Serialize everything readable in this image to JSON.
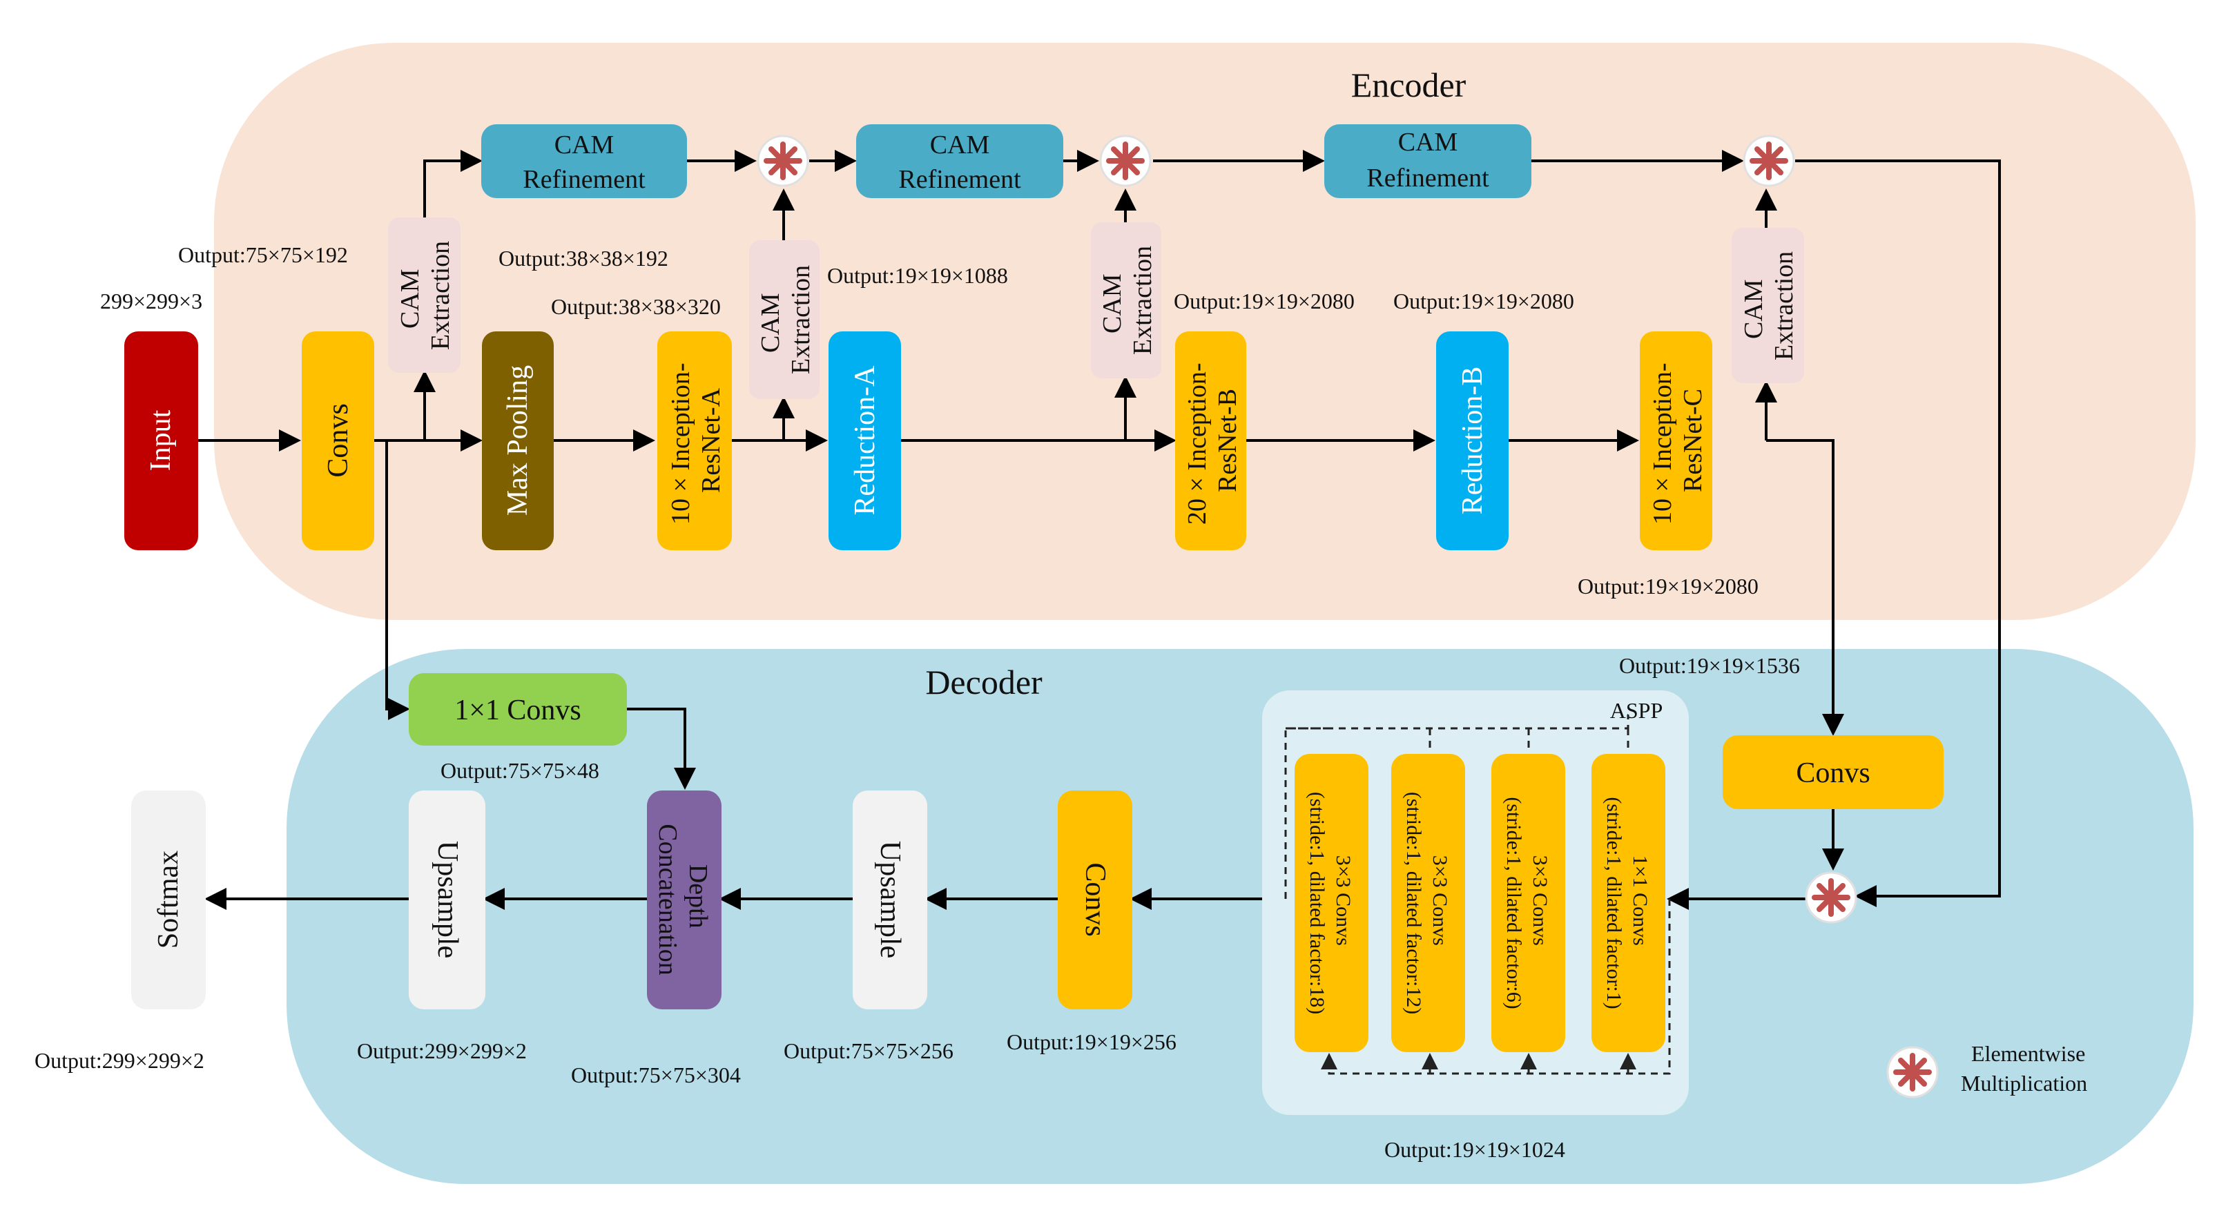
{
  "regions": {
    "encoder_title": "Encoder",
    "decoder_title": "Decoder",
    "aspp_title": "ASPP"
  },
  "colors": {
    "encoder_bg": "#f9e3d5",
    "decoder_bg": "#b7dde8",
    "aspp_bg": "#ddeff4",
    "input": "#c00000",
    "convs": "#ffc000",
    "max_pooling": "#7f6000",
    "inception": "#ffc000",
    "reduction": "#00b0f0",
    "cam_refinement": "#4aacc6",
    "cam_extraction": "#f2dcdb",
    "one_by_one": "#92d050",
    "depth_concat": "#8064a2",
    "upsample": "#f2f2f2",
    "multiply_star": "#c0504d"
  },
  "blocks": {
    "input": "Input",
    "convs_enc": "Convs",
    "max_pooling": "Max Pooling",
    "inception_a": [
      "10 × Inception-",
      "ResNet-A"
    ],
    "reduction_a": "Reduction-A",
    "inception_b": [
      "20 × Inception-",
      "ResNet-B"
    ],
    "reduction_b": "Reduction-B",
    "inception_c": [
      "10 × Inception-",
      "ResNet-C"
    ],
    "cam_refinement": [
      "CAM",
      "Refinement"
    ],
    "cam_extraction": [
      "CAM",
      "Extraction"
    ],
    "convs_right": "Convs",
    "aspp_1": [
      "3×3 Convs",
      "(stride:1, dilated factor:18)"
    ],
    "aspp_2": [
      "3×3 Convs",
      "(stride:1, dilated factor:12)"
    ],
    "aspp_3": [
      "3×3 Convs",
      "(stride:1, dilated factor:6)"
    ],
    "aspp_4": [
      "1×1 Convs",
      "(stride:1, dilated factor:1)"
    ],
    "convs_dec": "Convs",
    "upsample_1": "Upsample",
    "depth_concat": [
      "Depth",
      "Concatenation"
    ],
    "conv_1x1": "1×1 Convs",
    "upsample_2": "Upsample",
    "softmax": "Softmax"
  },
  "labels": {
    "input_size": "299×299×3",
    "out_75_192": "Output:75×75×192",
    "out_38_192": "Output:38×38×192",
    "out_38_320": "Output:38×38×320",
    "out_19_1088": "Output:19×19×1088",
    "out_19_2080_b": "Output:19×19×2080",
    "out_19_2080_rb": "Output:19×19×2080",
    "out_19_2080_c": "Output:19×19×2080",
    "out_19_1536": "Output:19×19×1536",
    "out_75_48": "Output:75×75×48",
    "out_299_2_soft": "Output:299×299×2",
    "out_299_2_up": "Output:299×299×2",
    "out_75_304": "Output:75×75×304",
    "out_75_256": "Output:75×75×256",
    "out_19_256": "Output:19×19×256",
    "out_19_1024": "Output:19×19×1024"
  },
  "legend": {
    "line1": "Elementwise",
    "line2": "Multiplication"
  }
}
